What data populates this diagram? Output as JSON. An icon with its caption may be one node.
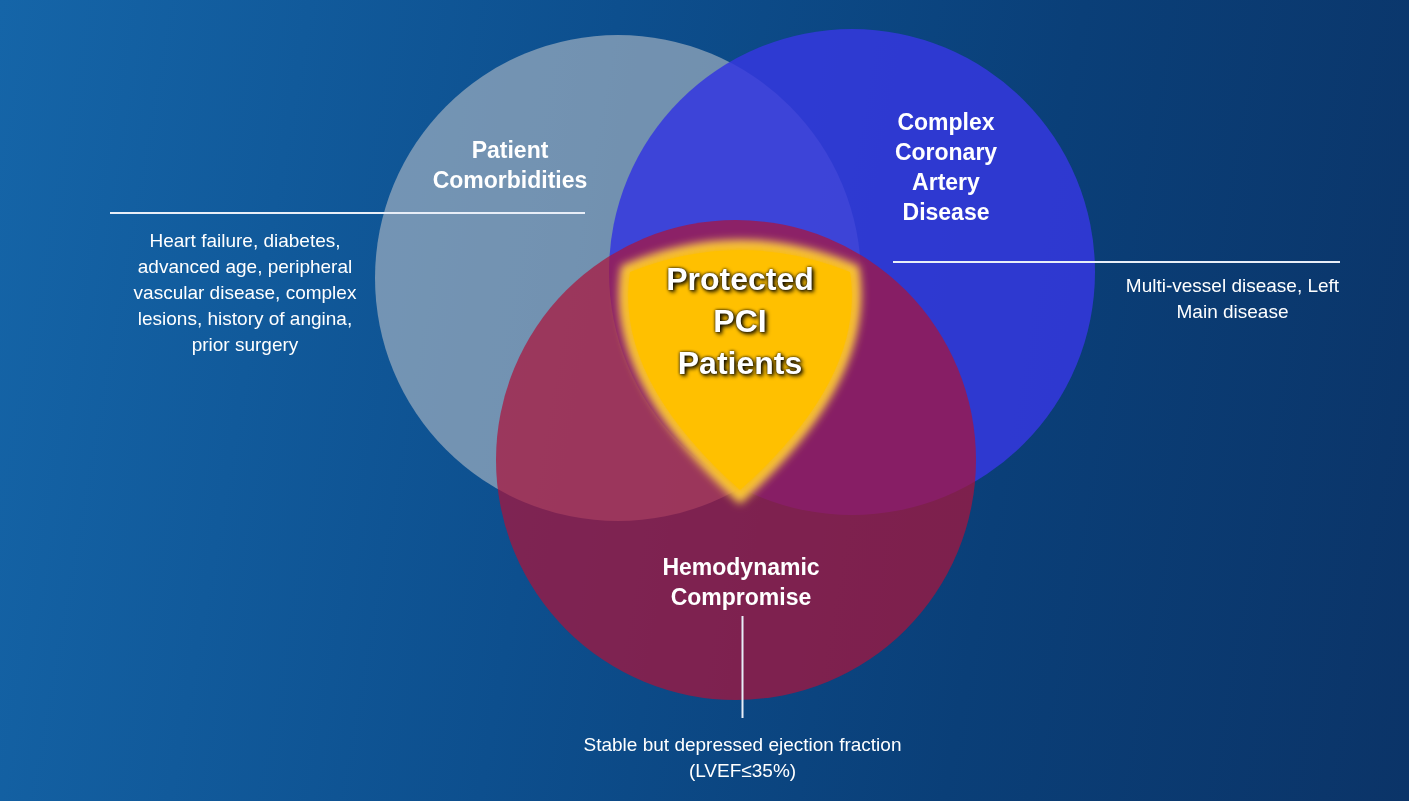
{
  "diagram": {
    "nodes": [
      {
        "text": [
          "Patient Comorbidities"
        ]
      },
      {
        "text": [
          "Complex Coronary Artery Disease"
        ]
      },
      {
        "text": [
          "Hemodynamic Compromise"
        ]
      },
      {
        "text": [
          "Protected PCI Patients"
        ]
      },
      {
        "text": [
          "Heart failure, diabetes, advanced age, peripheral vascular disease, complex lesions, history of angina, prior surgery"
        ]
      },
      {
        "text": [
          "Multi-vessel disease, Left Main disease"
        ]
      },
      {
        "text": [
          "Stable but depressed ejection fraction (LVEF≤35%)"
        ]
      }
    ],
    "edges": [
      {
        "from": 4,
        "to": 0,
        "arrow": "none"
      },
      {
        "from": 5,
        "to": 1,
        "arrow": "none"
      },
      {
        "from": 6,
        "to": 2,
        "arrow": "none"
      }
    ]
  }
}
